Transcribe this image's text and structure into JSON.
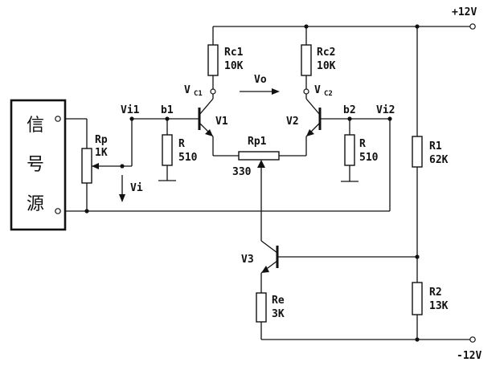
{
  "supply": {
    "pos": "+12V",
    "neg": "-12V"
  },
  "source": {
    "chars": [
      "信",
      "号",
      "源"
    ]
  },
  "rp": {
    "name": "Rp",
    "value": "1K"
  },
  "vi_label": "Vi",
  "vi1": "Vi1",
  "vi2": "Vi2",
  "b1": "b1",
  "b2": "b2",
  "r_left": {
    "name": "R",
    "value": "510"
  },
  "r_right": {
    "name": "R",
    "value": "510"
  },
  "rc1": {
    "name": "Rc1",
    "value": "10K"
  },
  "rc2": {
    "name": "Rc2",
    "value": "10K"
  },
  "vc1": {
    "main": "V",
    "sub": "C1"
  },
  "vc2": {
    "main": "V",
    "sub": "C2"
  },
  "vo": "Vo",
  "v1": "V1",
  "v2": "V2",
  "v3": "V3",
  "rp1": {
    "name": "Rp1",
    "value": "330"
  },
  "r1": {
    "name": "R1",
    "value": "62K"
  },
  "r2": {
    "name": "R2",
    "value": "13K"
  },
  "re": {
    "name": "Re",
    "value": "3K"
  }
}
